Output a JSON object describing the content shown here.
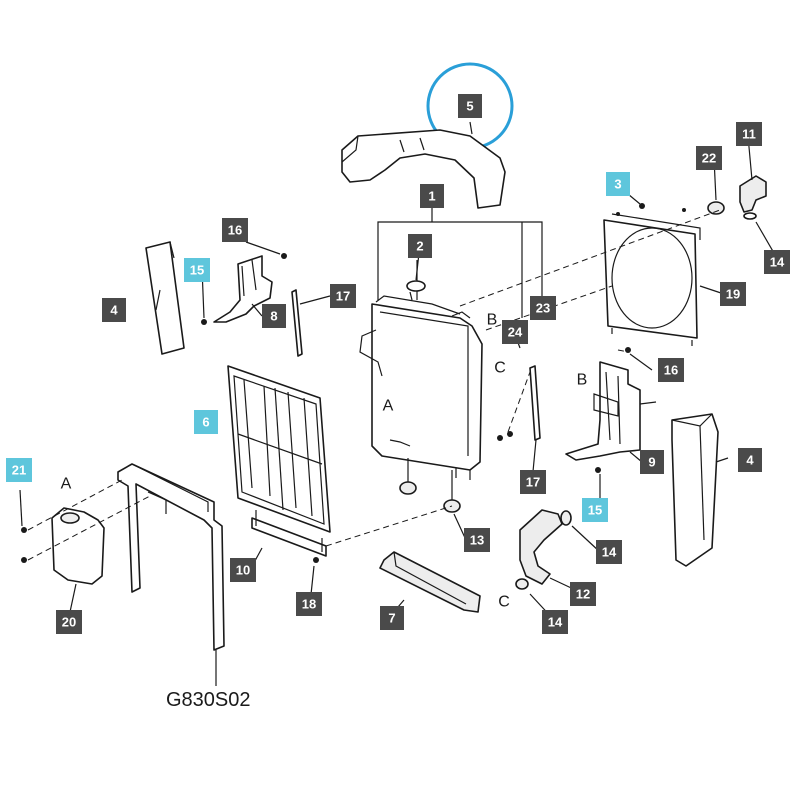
{
  "callouts": {
    "c1": "1",
    "c2": "2",
    "c3": "3",
    "c4a": "4",
    "c4b": "4",
    "c5": "5",
    "c6": "6",
    "c7": "7",
    "c8": "8",
    "c9": "9",
    "c10": "10",
    "c11": "11",
    "c12": "12",
    "c13": "13",
    "c14a": "14",
    "c14b": "14",
    "c14c": "14",
    "c15a": "15",
    "c15b": "15",
    "c16a": "16",
    "c16b": "16",
    "c17a": "17",
    "c17b": "17",
    "c18": "18",
    "c19": "19",
    "c20": "20",
    "c21": "21",
    "c22": "22",
    "c23": "23",
    "c24": "24"
  },
  "letters": {
    "a1": "A",
    "a2": "A",
    "b1": "B",
    "b2": "B",
    "c1": "C",
    "c2": "C"
  },
  "drawing_code": "G830S02",
  "colors": {
    "callout_dark": "#4a4a4a",
    "callout_highlight": "#5ec6dc",
    "circle_highlight": "#2a9fd8"
  }
}
